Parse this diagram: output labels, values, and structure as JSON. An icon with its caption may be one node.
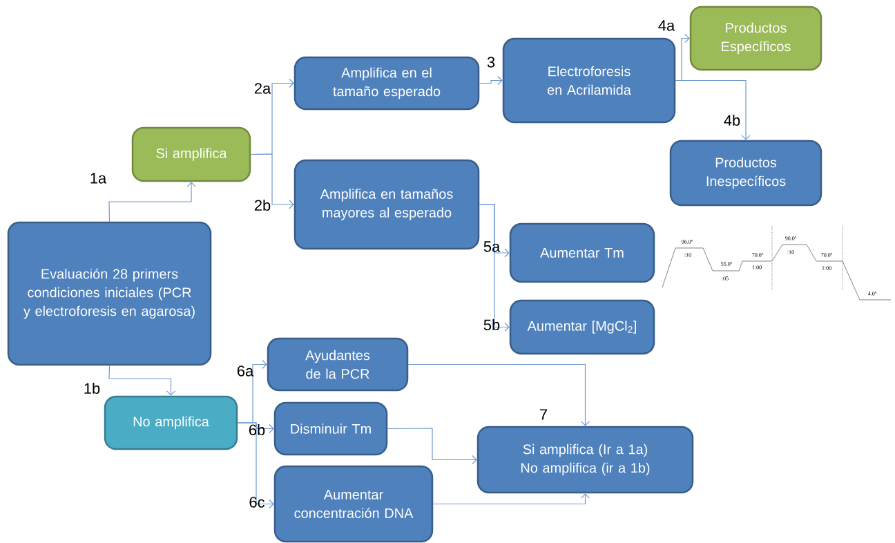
{
  "diagram": {
    "nodes": [
      {
        "text": [
          "Evaluación 28 primers condiciones iniciales (PCR y electroforesis en agarosa)"
        ]
      },
      {
        "text": [
          "Si amplifica"
        ]
      },
      {
        "text": [
          "No amplifica"
        ]
      },
      {
        "text": [
          "Amplifica en el tamaño esperado"
        ]
      },
      {
        "text": [
          "Amplifica en tamaños mayores al esperado"
        ]
      },
      {
        "text": [
          "Electroforesis en Acrilamida"
        ]
      },
      {
        "text": [
          "Productos Específicos"
        ]
      },
      {
        "text": [
          "Productos Inespecíficos"
        ]
      },
      {
        "text": [
          "Aumentar Tm"
        ]
      },
      {
        "text": [
          "Aumentar [MgCl$_{2}$]"
        ]
      },
      {
        "text": [
          "Ayudantes de la PCR"
        ]
      },
      {
        "text": [
          "Disminuir Tm"
        ]
      },
      {
        "text": [
          "Aumentar concentración DNA"
        ]
      },
      {
        "text": [
          "Si amplifica (Ir a 1a) No amplifica (ir a 1b)"
        ],
        "beside": [
          "7"
        ]
      }
    ],
    "edges": [
      {
        "from": 0,
        "to": 1,
        "arrow": "to",
        "label": "1a"
      },
      {
        "from": 0,
        "to": 2,
        "arrow": "to",
        "label": "1b"
      },
      {
        "from": 1,
        "to": 3,
        "arrow": "to",
        "label": "2a"
      },
      {
        "from": 1,
        "to": 4,
        "arrow": "to",
        "label": "2b"
      },
      {
        "from": 3,
        "to": 5,
        "arrow": "to",
        "label": "3"
      },
      {
        "from": 5,
        "to": 6,
        "arrow": "to",
        "label": "4a"
      },
      {
        "from": 5,
        "to": 7,
        "arrow": "to",
        "label": "4b"
      },
      {
        "from": 4,
        "to": 8,
        "arrow": "to",
        "label": "5a"
      },
      {
        "from": 4,
        "to": 9,
        "arrow": "to",
        "label": "5b"
      },
      {
        "from": 2,
        "to": 10,
        "arrow": "to",
        "label": "6a"
      },
      {
        "from": 2,
        "to": 11,
        "arrow": "to",
        "label": "6b"
      },
      {
        "from": 2,
        "to": 12,
        "arrow": "to",
        "label": "6c"
      },
      {
        "from": 10,
        "to": 13,
        "arrow": "to"
      },
      {
        "from": 11,
        "to": 13,
        "arrow": "to"
      },
      {
        "from": 12,
        "to": 13,
        "arrow": "to"
      }
    ],
    "labels": [
      "96.0º",
      ":10",
      "70.0º",
      "1:00",
      "96.0º",
      ":10",
      "70.0º",
      "1:00",
      "55.0º",
      ":05",
      "4.0º"
    ]
  }
}
